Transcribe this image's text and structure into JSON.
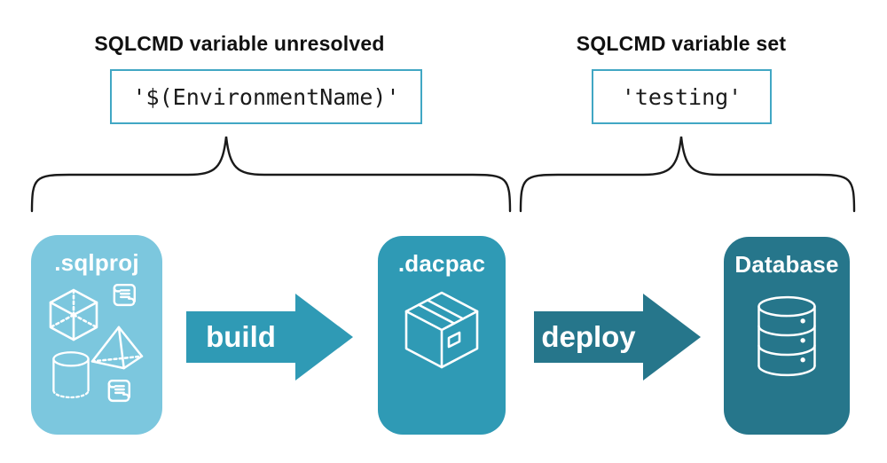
{
  "left_group": {
    "heading": "SQLCMD variable unresolved",
    "code": "'$(EnvironmentName)'"
  },
  "right_group": {
    "heading": "SQLCMD variable set",
    "code": "'testing'"
  },
  "nodes": {
    "sqlproj": {
      "label": ".sqlproj",
      "icons": [
        "scroll-icon",
        "cube-icon",
        "pyramid-icon",
        "cylinder-icon",
        "scroll-icon"
      ]
    },
    "dacpac": {
      "label": ".dacpac",
      "icons": [
        "package-icon"
      ]
    },
    "database": {
      "label": "Database",
      "icons": [
        "database-icon"
      ]
    }
  },
  "arrows": {
    "build": {
      "label": "build"
    },
    "deploy": {
      "label": "deploy"
    }
  },
  "colors": {
    "sqlproj_card": "#7cc7de",
    "dacpac_card": "#2f9ab5",
    "database_card": "#26768b",
    "build_arrow": "#2f9ab5",
    "deploy_arrow": "#26768b",
    "code_box_border": "#41a7c4",
    "brace": "#1a1a1a",
    "heading_text": "#111111",
    "code_text": "#1a1a1a",
    "icon_stroke": "#ffffff"
  }
}
